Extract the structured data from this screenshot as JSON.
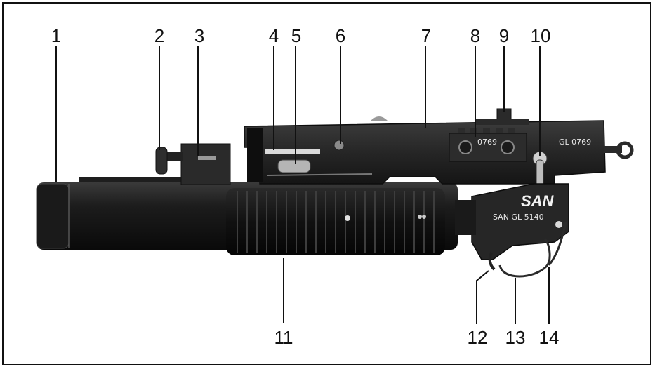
{
  "figure": {
    "callouts": [
      {
        "id": "1",
        "label": "1"
      },
      {
        "id": "2",
        "label": "2"
      },
      {
        "id": "3",
        "label": "3"
      },
      {
        "id": "4",
        "label": "4"
      },
      {
        "id": "5",
        "label": "5"
      },
      {
        "id": "6",
        "label": "6"
      },
      {
        "id": "7",
        "label": "7"
      },
      {
        "id": "8",
        "label": "8"
      },
      {
        "id": "9",
        "label": "9"
      },
      {
        "id": "10",
        "label": "10"
      },
      {
        "id": "11",
        "label": "11"
      },
      {
        "id": "12",
        "label": "12"
      },
      {
        "id": "13",
        "label": "13"
      },
      {
        "id": "14",
        "label": "14"
      }
    ],
    "markings": {
      "logo": "SAN",
      "model": "SAN GL 5140",
      "serial": "GL 0769",
      "rail_text": "0769"
    }
  }
}
